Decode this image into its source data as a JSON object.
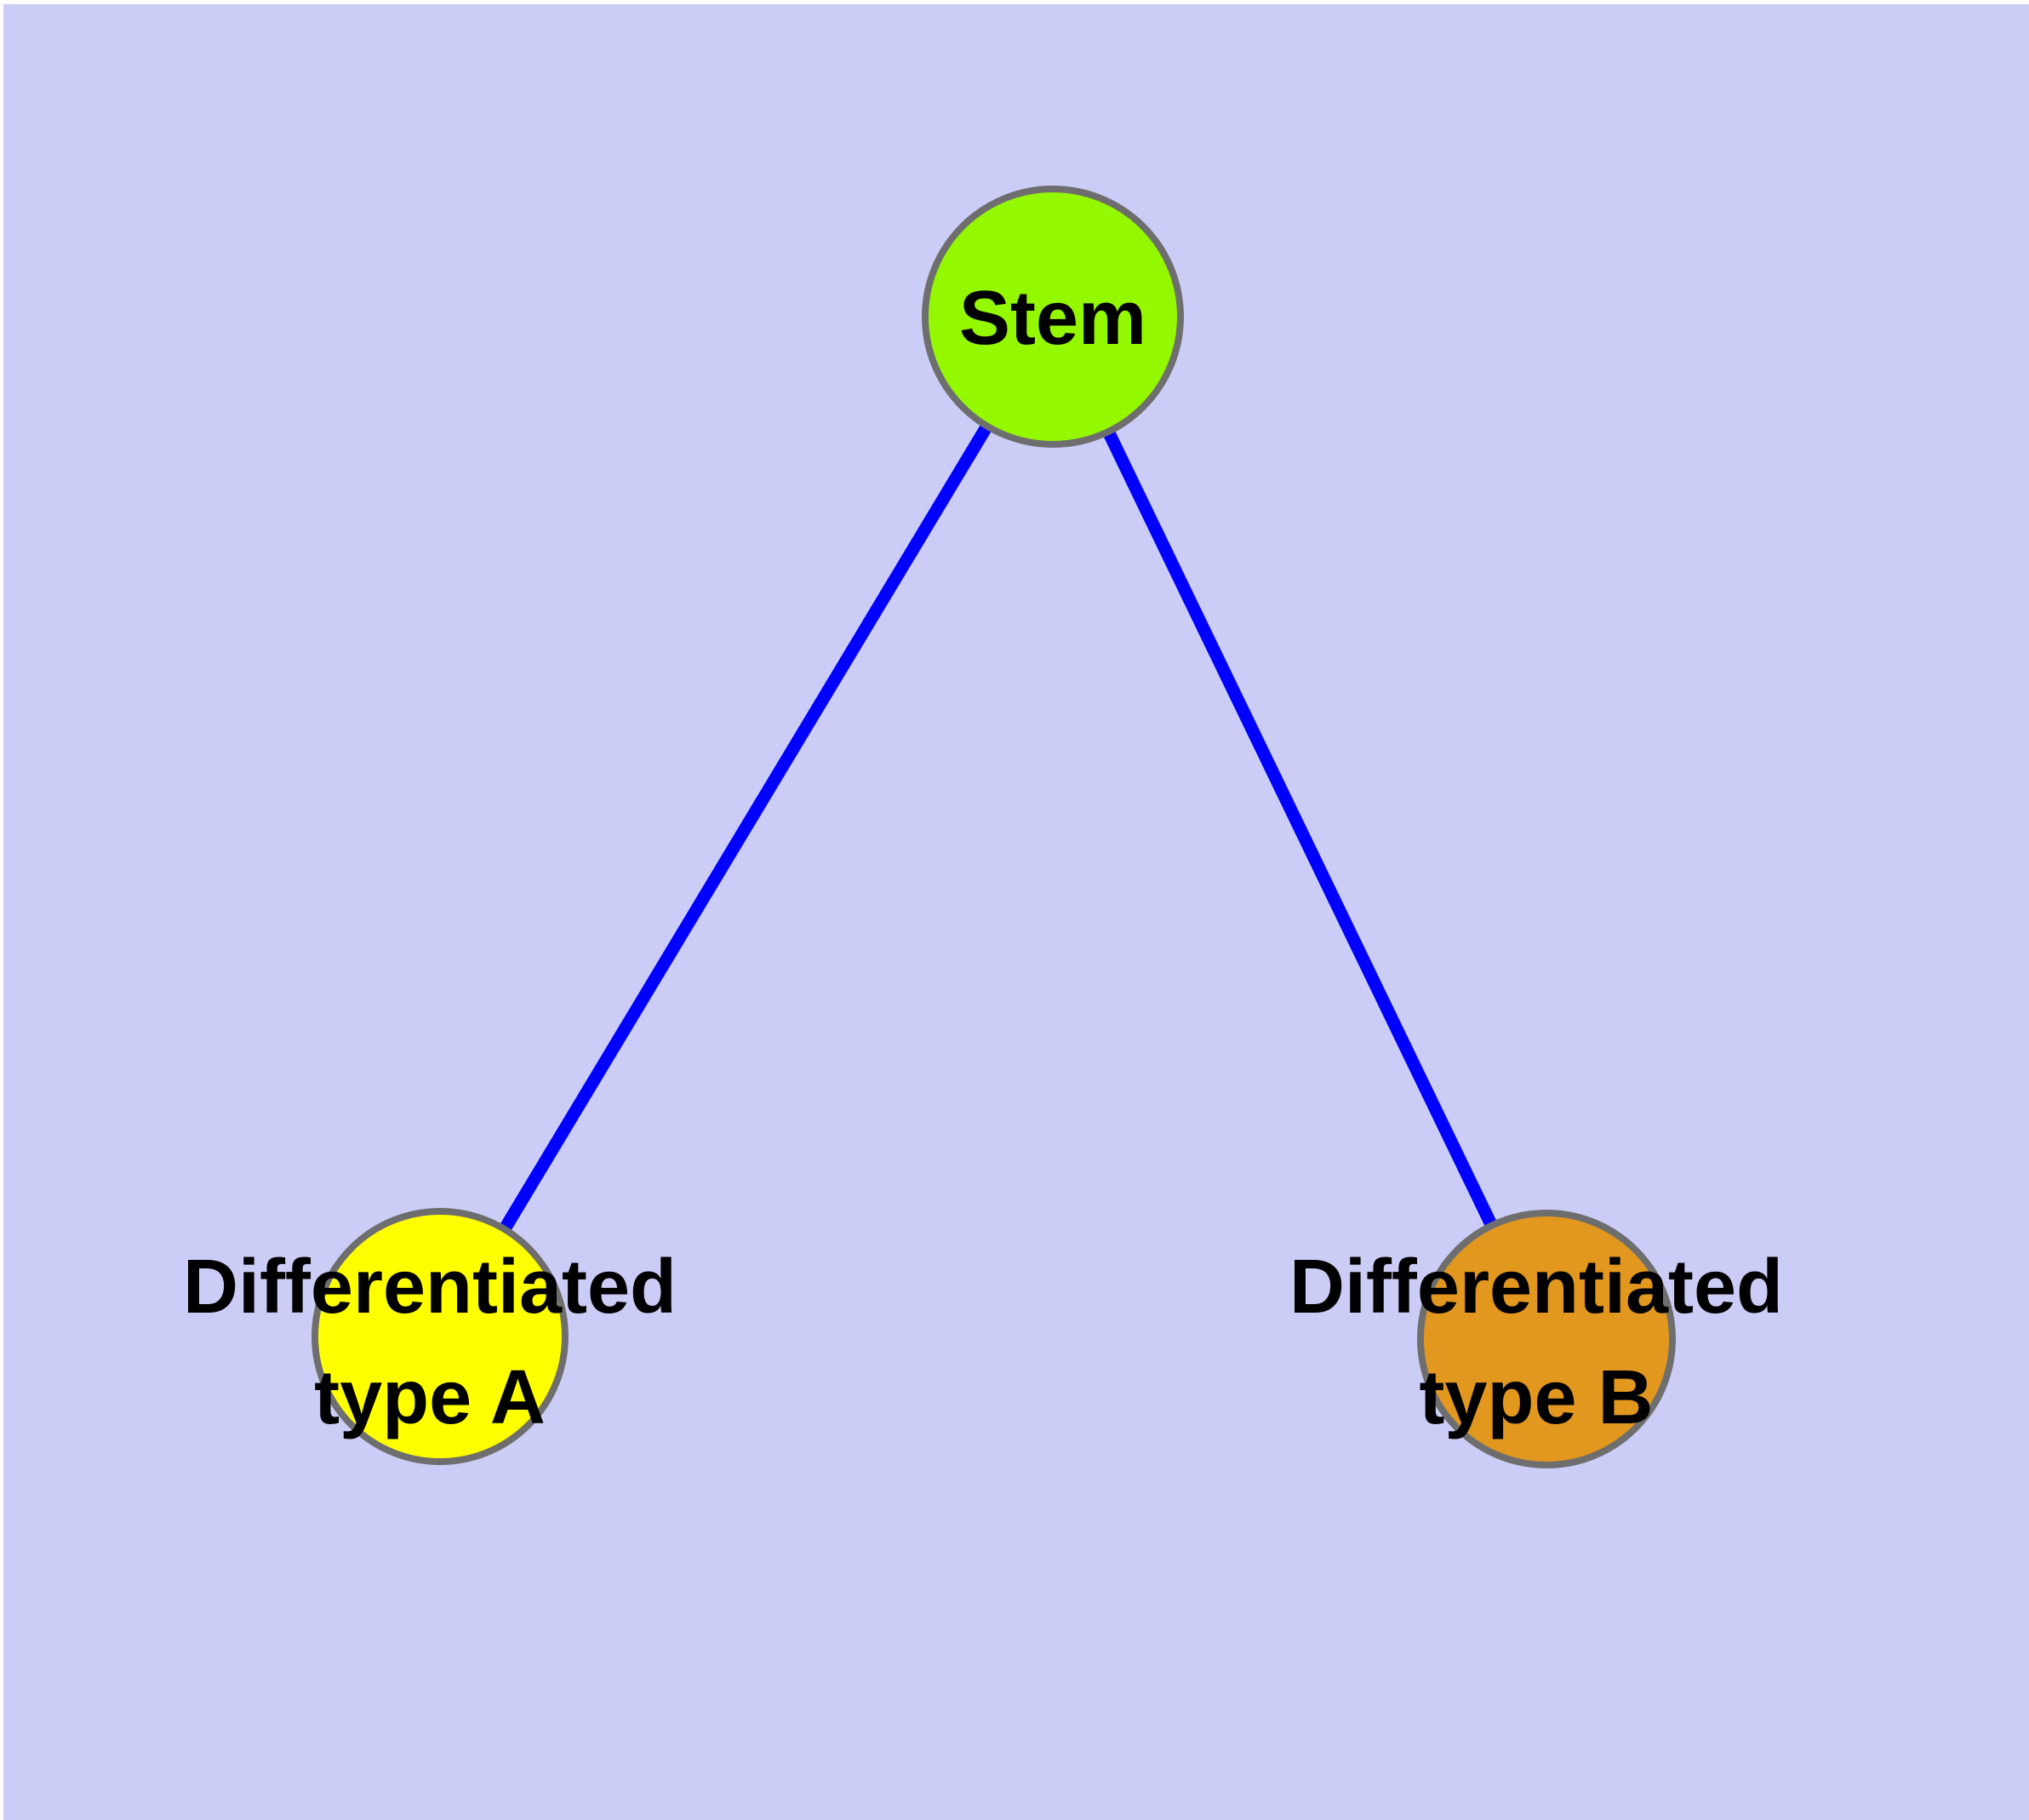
{
  "figure": {
    "type": "graph-diagram",
    "description": "Stem cell differentiation graph: one stem node with edges to two differentiated cell-type nodes",
    "background_color": "#cccdf6",
    "margin_color": "#ffffff",
    "edge_color": "#0000ff",
    "node_border_color": "#6e6e6e",
    "label_color": "#000000"
  },
  "nodes": [
    {
      "id": "stem",
      "label": "Stem",
      "label_lines": [
        "Stem"
      ],
      "color": "#94f800"
    },
    {
      "id": "differentiated-type-a",
      "label": "Differentiated type A",
      "label_lines": [
        "Differentiated",
        "type A"
      ],
      "color": "#ffff00"
    },
    {
      "id": "differentiated-type-b",
      "label": "Differentiated type B",
      "label_lines": [
        "Differentiated",
        "type B"
      ],
      "color": "#e2971f"
    }
  ],
  "edges": [
    {
      "from": "stem",
      "to": "differentiated-type-a"
    },
    {
      "from": "stem",
      "to": "differentiated-type-b"
    }
  ]
}
